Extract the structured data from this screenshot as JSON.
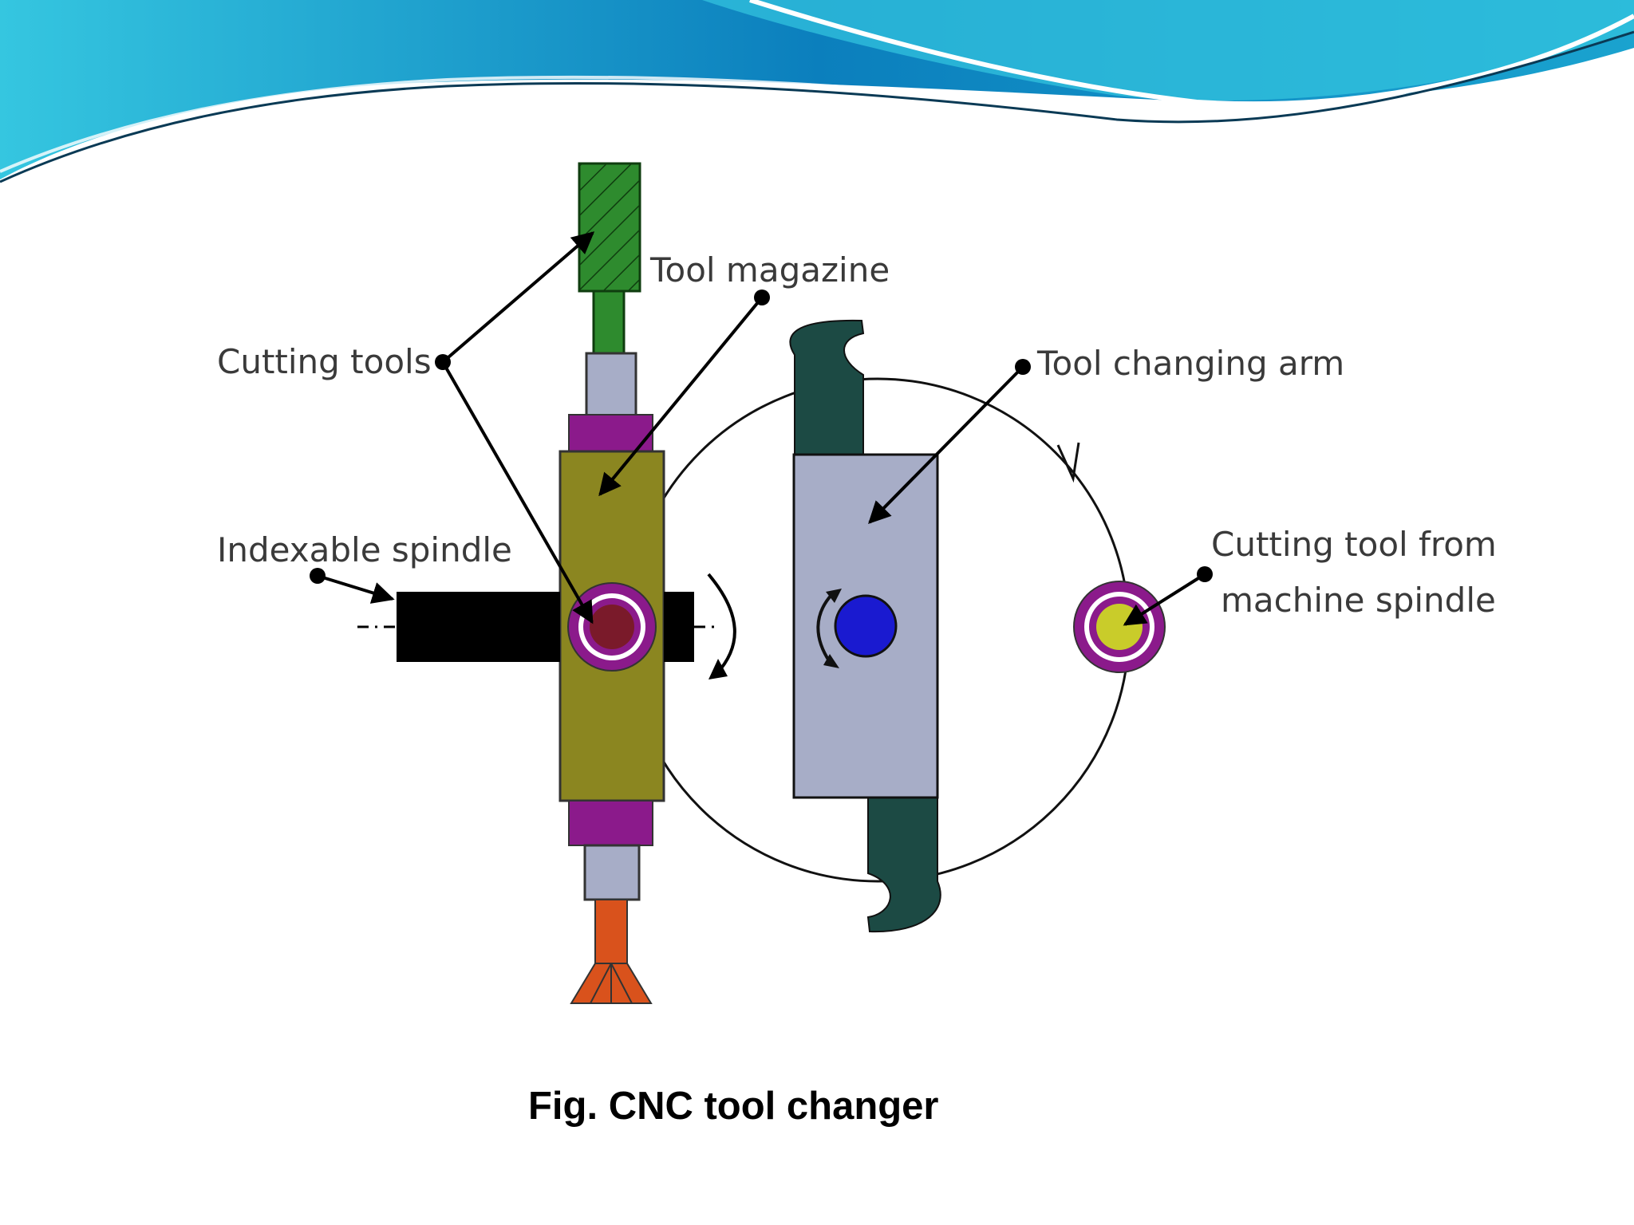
{
  "slide": {
    "header_colors": {
      "dark": "#0b7fbd",
      "mid": "#1aa3cf",
      "light": "#35c6e0"
    }
  },
  "diagram": {
    "labels": {
      "cutting_tools": "Cutting tools",
      "tool_magazine": "Tool magazine",
      "tool_changing_arm": "Tool changing arm",
      "indexable_spindle": "Indexable spindle",
      "cutting_tool_from_line1": "Cutting tool from",
      "cutting_tool_from_line2": "machine spindle"
    },
    "colors": {
      "green_tool": "#2e8b2e",
      "magazine_body": "#8b8620",
      "magenta_collar": "#8b1a8b",
      "grey_part": "#a7adc7",
      "arm_body": "#a7adc7",
      "arm_hook": "#1c4a44",
      "spindle_bar": "#000000",
      "center_dot": "#1a1ad0",
      "drill_orange": "#d9521c",
      "yellow_tool": "#c9cc2a"
    }
  },
  "caption": "Fig. CNC tool changer"
}
